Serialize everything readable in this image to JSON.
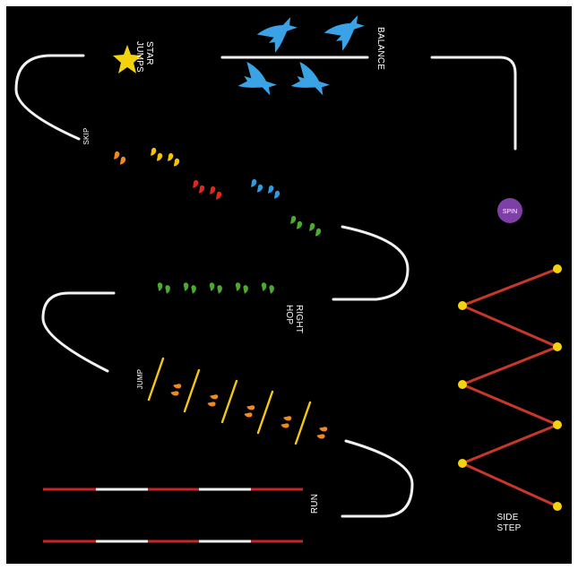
{
  "labels": {
    "star_jumps": [
      "STAR",
      "JUMPS"
    ],
    "balance": "BALANCE",
    "skip": "SKIP",
    "spin": "SPIN",
    "right_hop": [
      "RIGHT",
      "HOP"
    ],
    "jump": "JUMP",
    "run": "RUN",
    "side_step": [
      "SIDE",
      "STEP"
    ]
  },
  "colors": {
    "background": "#000000",
    "path_line": "#f2f2f2",
    "star": "#f5d20f",
    "birds": "#3aa3e6",
    "skip_orange": "#f08a1d",
    "skip_yellow": "#f5c400",
    "skip_red": "#e0271d",
    "skip_blue": "#2d9ce0",
    "hop_green": "#4cab2b",
    "jump_bars": "#f3c713",
    "jump_prints": "#f08a1d",
    "spin_circle": "#7e3fa7",
    "run_red": "#c8242c",
    "run_white": "#f2f2f2",
    "zigzag_line": "#c8372a",
    "zigzag_dot": "#f5d20f"
  },
  "icons": [
    "star-icon",
    "bird-icon",
    "footprint-icon"
  ]
}
